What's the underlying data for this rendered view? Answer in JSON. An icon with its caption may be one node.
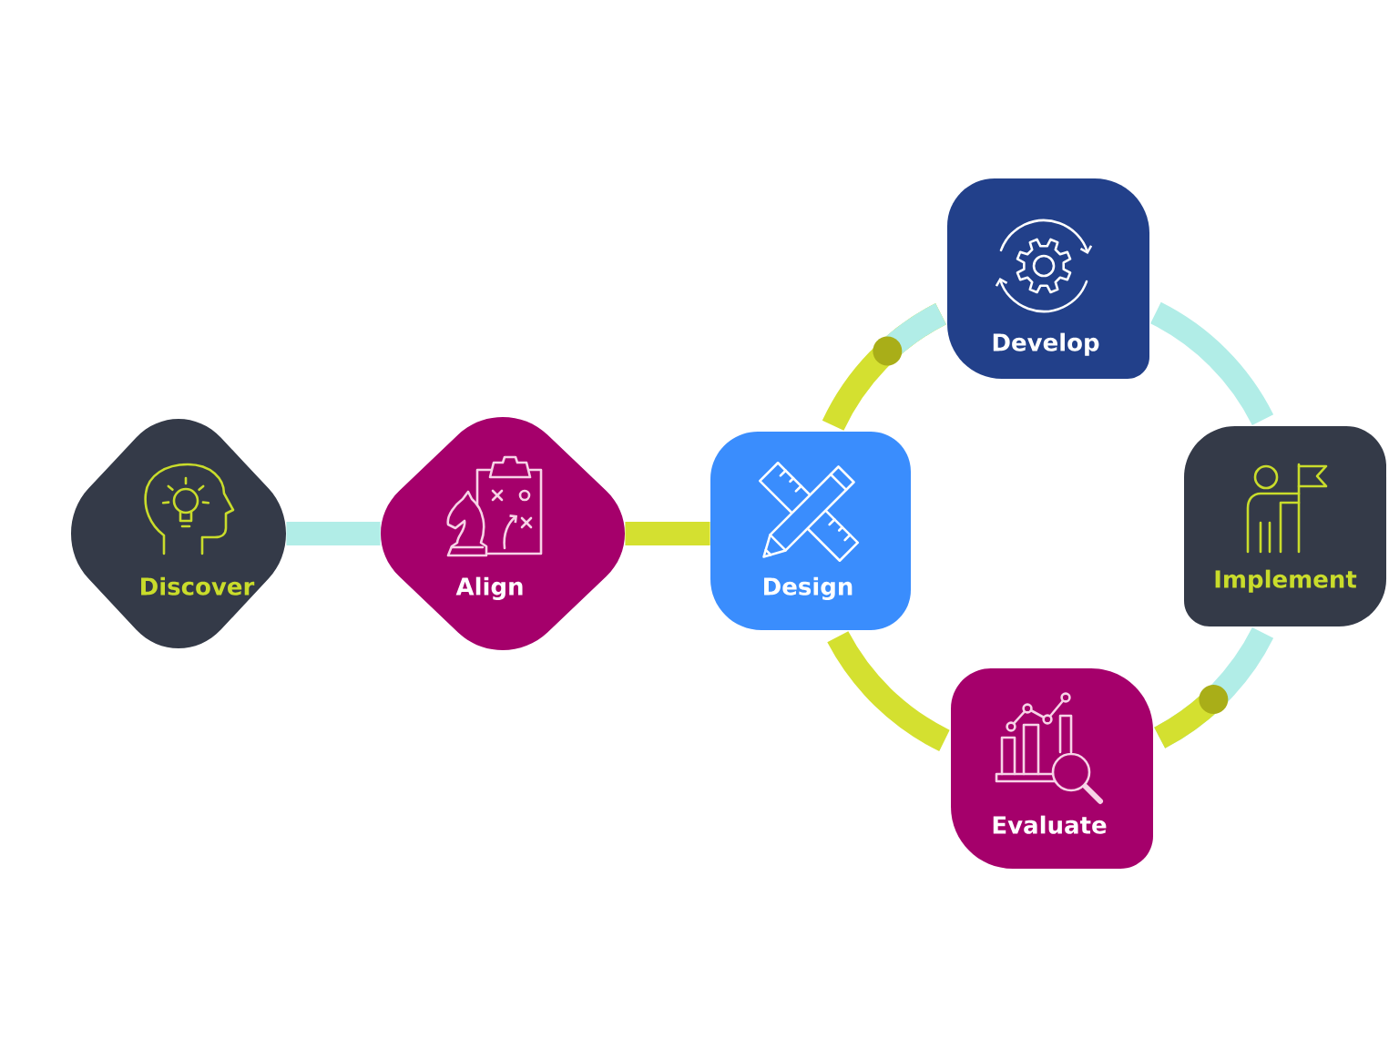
{
  "diagram": {
    "nodes": [
      {
        "text": [
          "Discover"
        ]
      },
      {
        "text": [
          "Align"
        ]
      },
      {
        "text": [
          "Design"
        ]
      },
      {
        "text": [
          "Develop"
        ]
      },
      {
        "text": [
          "Implement"
        ]
      },
      {
        "text": [
          "Evaluate"
        ]
      }
    ],
    "edges": [
      {
        "from": 0,
        "to": 1,
        "arrow": "none",
        "color": "#b1ede7"
      },
      {
        "from": 1,
        "to": 2,
        "arrow": "none",
        "color": "#d4e030"
      },
      {
        "from": 2,
        "to": 3,
        "arrow": "none",
        "color": "#d4e030"
      },
      {
        "from": 3,
        "to": 4,
        "arrow": "none",
        "color": "#b1ede7"
      },
      {
        "from": 4,
        "to": 5,
        "arrow": "none",
        "color": "#b1ede7"
      },
      {
        "from": 5,
        "to": 2,
        "arrow": "none",
        "color": "#d4e030"
      }
    ]
  }
}
